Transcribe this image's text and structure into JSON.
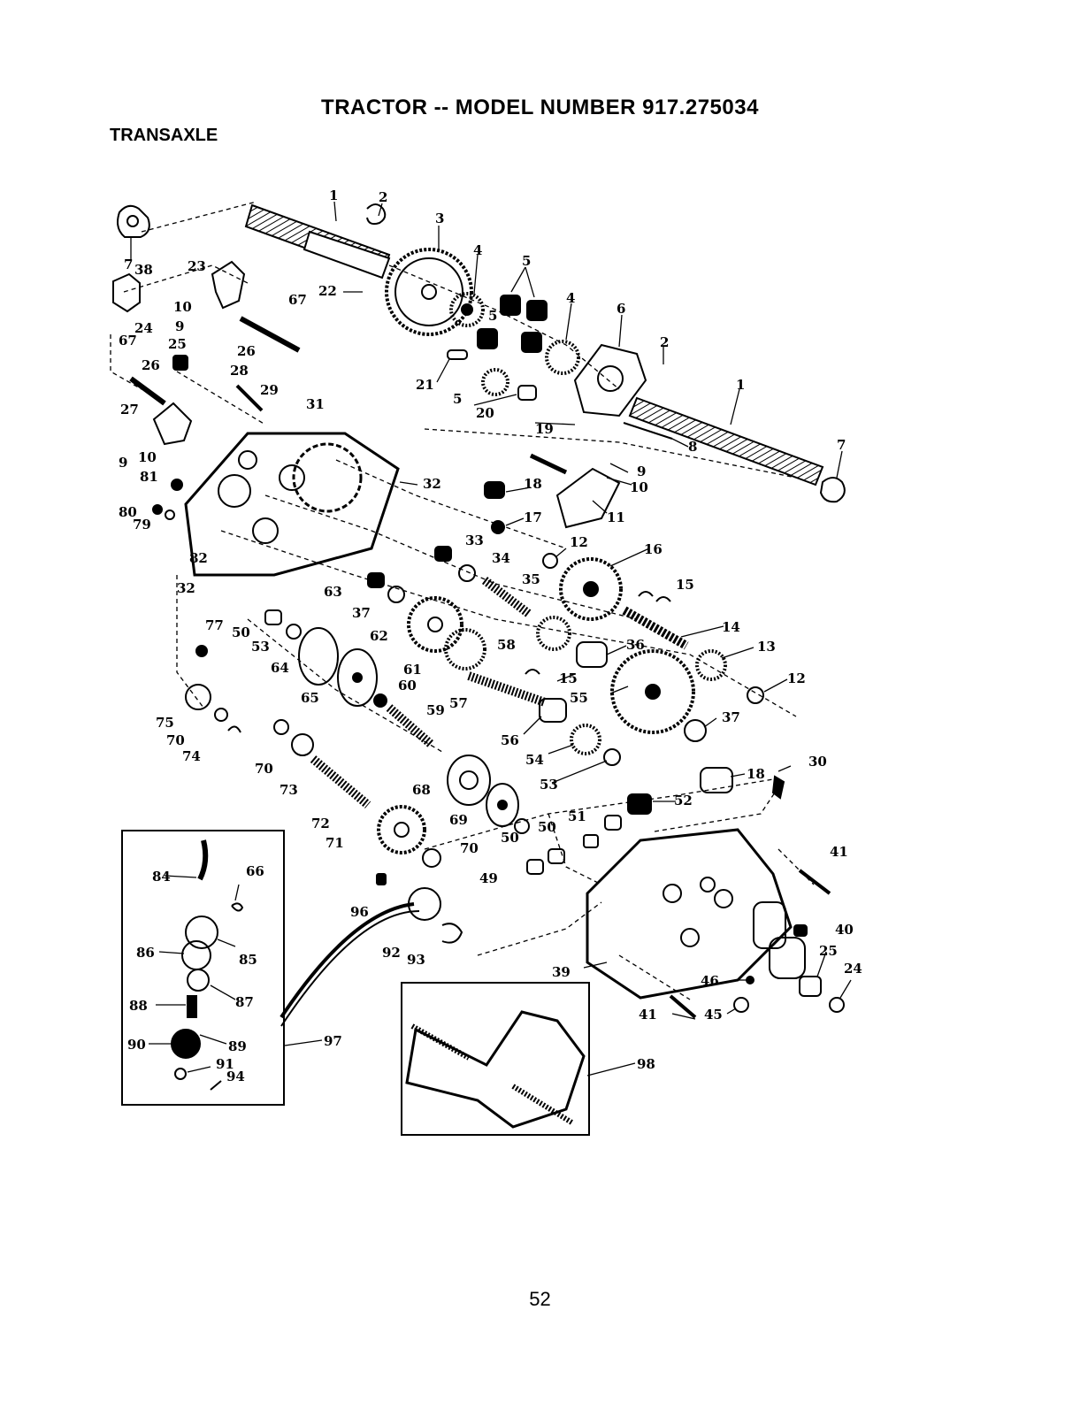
{
  "header": {
    "title": "TRACTOR -- MODEL NUMBER 917.275034",
    "section": "TRANSAXLE"
  },
  "footer": {
    "page_number": "52"
  },
  "callouts": {
    "c1a": "1",
    "c1b": "1",
    "c2a": "2",
    "c2b": "2",
    "c3": "3",
    "c4a": "4",
    "c4b": "4",
    "c5a": "5",
    "c5b": "5",
    "c5c": "5",
    "c6": "6",
    "c7a": "7",
    "c7b": "7",
    "c8": "8",
    "c9a": "9",
    "c9b": "9",
    "c9c": "9",
    "c10a": "10",
    "c10b": "10",
    "c10c": "10",
    "c11": "11",
    "c12a": "12",
    "c12b": "12",
    "c13": "13",
    "c14": "14",
    "c15a": "15",
    "c15b": "15",
    "c16": "16",
    "c17": "17",
    "c18a": "18",
    "c18b": "18",
    "c19": "19",
    "c20": "20",
    "c21": "21",
    "c22": "22",
    "c23": "23",
    "c24a": "24",
    "c24b": "24",
    "c25a": "25",
    "c25b": "25",
    "c26a": "26",
    "c26b": "26",
    "c27": "27",
    "c28": "28",
    "c29": "29",
    "c30": "30",
    "c31": "31",
    "c32a": "32",
    "c32b": "32",
    "c33": "33",
    "c34": "34",
    "c35": "35",
    "c36": "36",
    "c37a": "37",
    "c37b": "37",
    "c38": "38",
    "c39": "39",
    "c40": "40",
    "c41a": "41",
    "c41b": "41",
    "c45": "45",
    "c46": "46",
    "c49": "49",
    "c50a": "50",
    "c50b": "50",
    "c50c": "50",
    "c51": "51",
    "c52": "52",
    "c53a": "53",
    "c53b": "53",
    "c54": "54",
    "c55": "55",
    "c56": "56",
    "c57": "57",
    "c58": "58",
    "c59": "59",
    "c60": "60",
    "c61": "61",
    "c62": "62",
    "c63": "63",
    "c64": "64",
    "c65": "65",
    "c66": "66",
    "c67a": "67",
    "c67b": "67",
    "c68": "68",
    "c69": "69",
    "c70a": "70",
    "c70b": "70",
    "c70c": "70",
    "c71": "71",
    "c72": "72",
    "c73": "73",
    "c74": "74",
    "c75": "75",
    "c77": "77",
    "c79": "79",
    "c80": "80",
    "c81": "81",
    "c82": "82",
    "c84": "84",
    "c85": "85",
    "c86": "86",
    "c87": "87",
    "c88": "88",
    "c89": "89",
    "c90": "90",
    "c91": "91",
    "c92": "92",
    "c93": "93",
    "c94": "94",
    "c96": "96",
    "c97": "97",
    "c98": "98"
  }
}
